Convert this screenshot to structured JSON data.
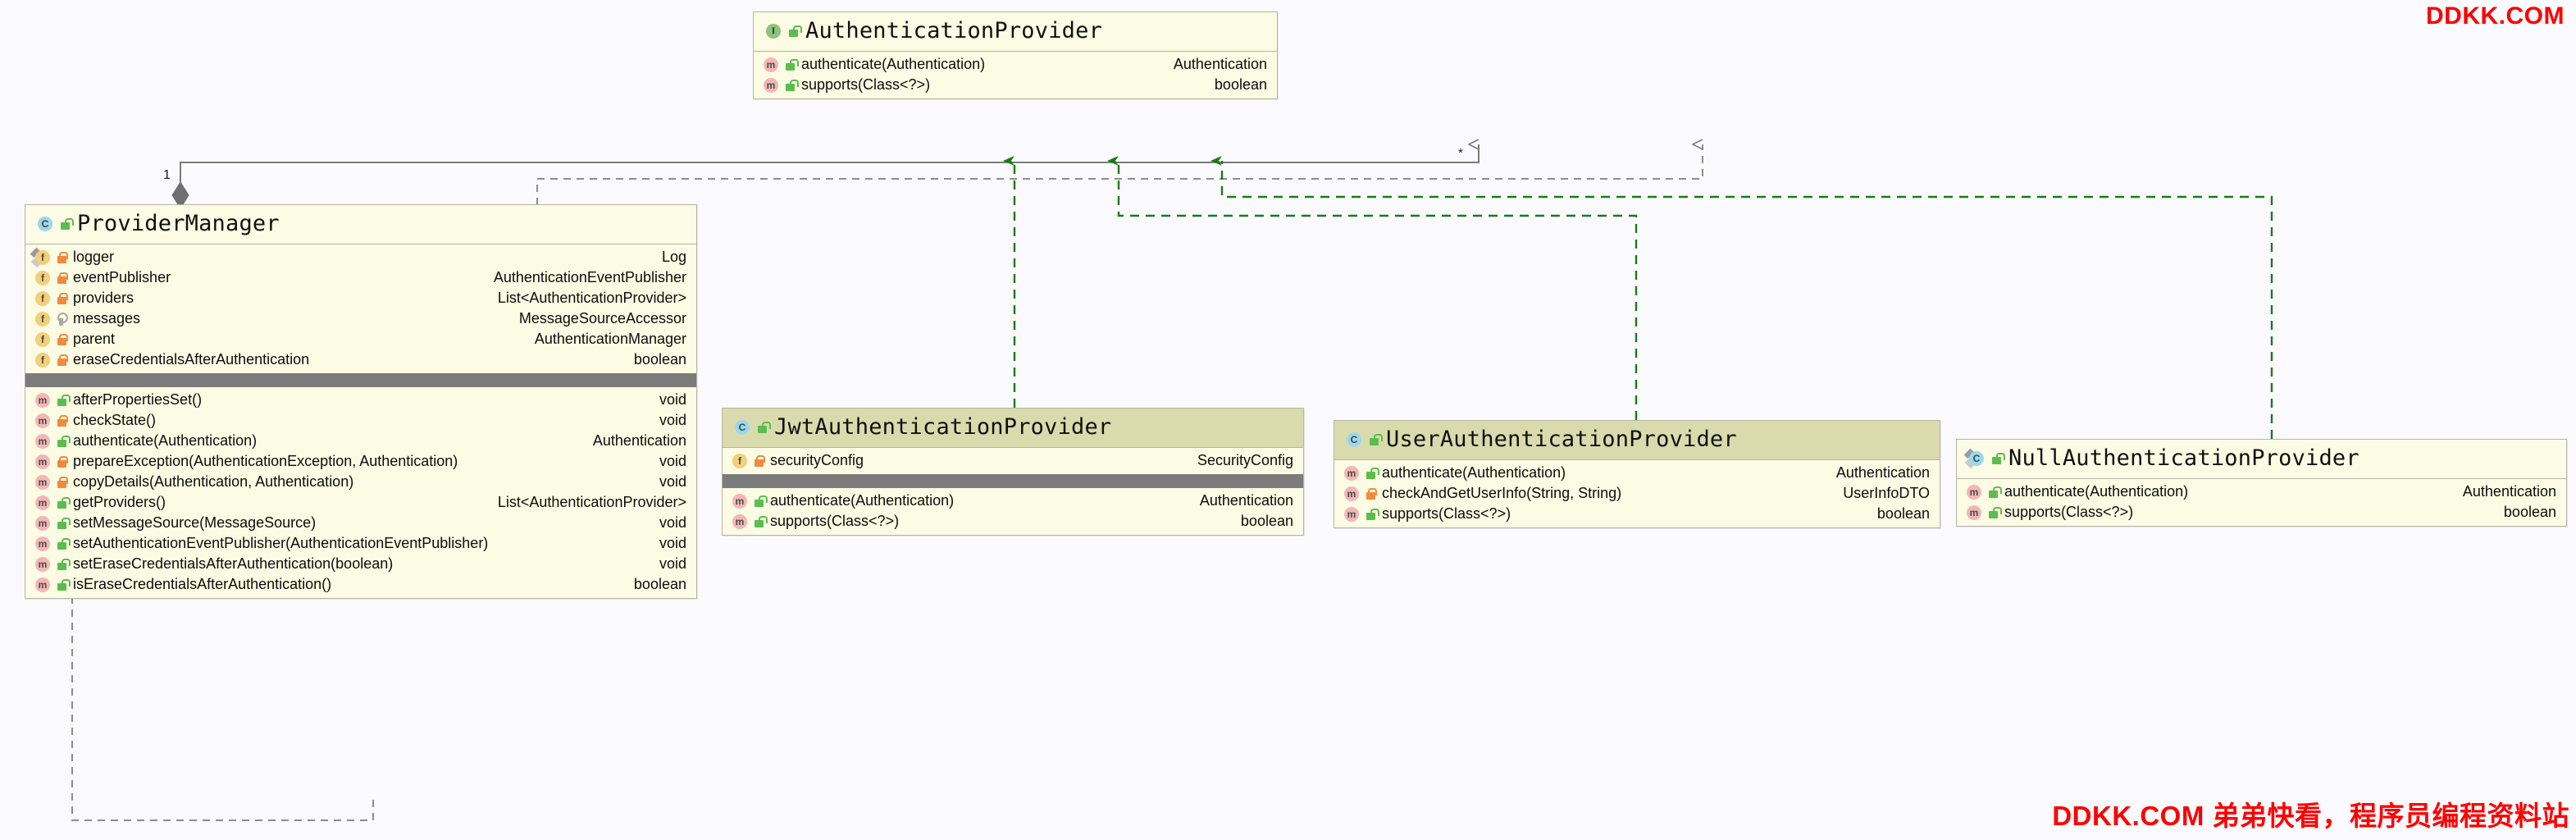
{
  "watermarks": {
    "top_right": "DDKK.COM",
    "bottom_right": "DDKK.COM 弟弟快看，程序员编程资料站"
  },
  "diagram": {
    "type": "uml-class-diagram",
    "colors": {
      "box_fill": "#fcfbe3",
      "box_border": "#b5b5a8",
      "header_selected": "#d9dbad",
      "divider": "#7b7b7b",
      "realization_edge": "#1a7a1a",
      "aggregation_edge": "#7b7b7b",
      "dependency_edge": "#7b7b7b",
      "watermark": "#fe0000"
    },
    "classes": [
      {
        "id": "authentication-provider",
        "name": "AuthenticationProvider",
        "stereotype": "interface",
        "icon": "interface-icon",
        "visibility": "public",
        "selected": false,
        "static": false,
        "fields": [],
        "methods": [
          {
            "name": "authenticate(Authentication)",
            "type": "Authentication",
            "visibility": "public"
          },
          {
            "name": "supports(Class<?>)",
            "type": "boolean",
            "visibility": "public"
          }
        ]
      },
      {
        "id": "provider-manager",
        "name": "ProviderManager",
        "stereotype": "class",
        "icon": "class-icon",
        "visibility": "public",
        "selected": false,
        "static": false,
        "fields": [
          {
            "name": "logger",
            "type": "Log",
            "visibility": "private",
            "static": true
          },
          {
            "name": "eventPublisher",
            "type": "AuthenticationEventPublisher",
            "visibility": "private",
            "static": false
          },
          {
            "name": "providers",
            "type": "List<AuthenticationProvider>",
            "visibility": "private",
            "static": false
          },
          {
            "name": "messages",
            "type": "MessageSourceAccessor",
            "visibility": "protected",
            "static": false
          },
          {
            "name": "parent",
            "type": "AuthenticationManager",
            "visibility": "private",
            "static": false
          },
          {
            "name": "eraseCredentialsAfterAuthentication",
            "type": "boolean",
            "visibility": "private",
            "static": false
          }
        ],
        "methods": [
          {
            "name": "afterPropertiesSet()",
            "type": "void",
            "visibility": "public"
          },
          {
            "name": "checkState()",
            "type": "void",
            "visibility": "private"
          },
          {
            "name": "authenticate(Authentication)",
            "type": "Authentication",
            "visibility": "public"
          },
          {
            "name": "prepareException(AuthenticationException, Authentication)",
            "type": "void",
            "visibility": "private"
          },
          {
            "name": "copyDetails(Authentication, Authentication)",
            "type": "void",
            "visibility": "private"
          },
          {
            "name": "getProviders()",
            "type": "List<AuthenticationProvider>",
            "visibility": "public"
          },
          {
            "name": "setMessageSource(MessageSource)",
            "type": "void",
            "visibility": "public"
          },
          {
            "name": "setAuthenticationEventPublisher(AuthenticationEventPublisher)",
            "type": "void",
            "visibility": "public"
          },
          {
            "name": "setEraseCredentialsAfterAuthentication(boolean)",
            "type": "void",
            "visibility": "public"
          },
          {
            "name": "isEraseCredentialsAfterAuthentication()",
            "type": "boolean",
            "visibility": "public"
          }
        ]
      },
      {
        "id": "jwt-authentication-provider",
        "name": "JwtAuthenticationProvider",
        "stereotype": "class",
        "icon": "class-icon",
        "visibility": "public",
        "selected": true,
        "static": false,
        "fields": [
          {
            "name": "securityConfig",
            "type": "SecurityConfig",
            "visibility": "private",
            "static": false
          }
        ],
        "methods": [
          {
            "name": "authenticate(Authentication)",
            "type": "Authentication",
            "visibility": "public"
          },
          {
            "name": "supports(Class<?>)",
            "type": "boolean",
            "visibility": "public"
          }
        ]
      },
      {
        "id": "user-authentication-provider",
        "name": "UserAuthenticationProvider",
        "stereotype": "class",
        "icon": "class-icon",
        "visibility": "public",
        "selected": true,
        "static": false,
        "fields": [],
        "methods": [
          {
            "name": "authenticate(Authentication)",
            "type": "Authentication",
            "visibility": "public"
          },
          {
            "name": "checkAndGetUserInfo(String, String)",
            "type": "UserInfoDTO",
            "visibility": "private"
          },
          {
            "name": "supports(Class<?>)",
            "type": "boolean",
            "visibility": "public"
          }
        ]
      },
      {
        "id": "null-authentication-provider",
        "name": "NullAuthenticationProvider",
        "stereotype": "class",
        "icon": "class-icon",
        "visibility": "public",
        "selected": false,
        "static": true,
        "fields": [],
        "methods": [
          {
            "name": "authenticate(Authentication)",
            "type": "Authentication",
            "visibility": "public"
          },
          {
            "name": "supports(Class<?>)",
            "type": "boolean",
            "visibility": "public"
          }
        ]
      }
    ],
    "edge_labels": {
      "aggregation_multiplicity_source": "1",
      "aggregation_multiplicity_target": "*"
    }
  }
}
